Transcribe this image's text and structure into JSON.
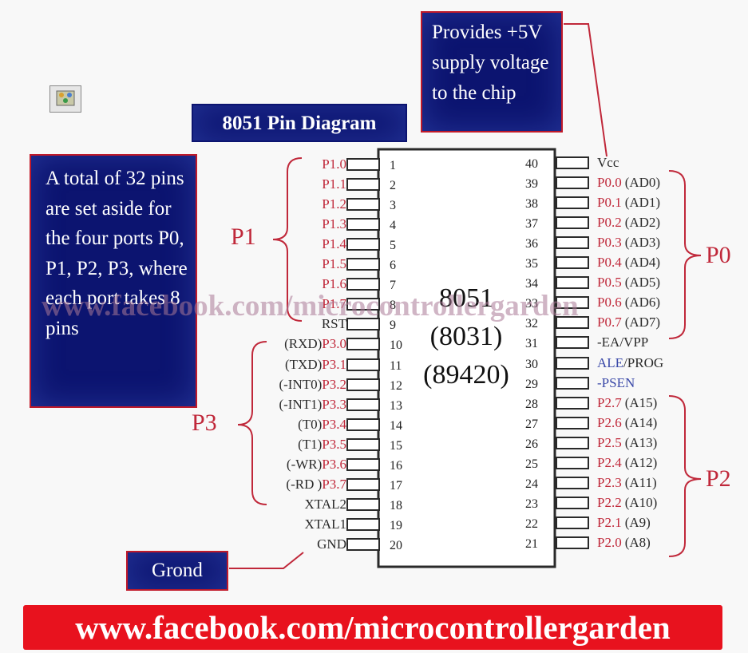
{
  "toolbar_icon": "image-icon",
  "title": "8051 Pin Diagram",
  "left_note": "A total of 32 pins are set aside for the four ports P0, P1, P2, P3, where each port takes 8 pins",
  "vcc_note": "Provides +5V supply voltage to the chip",
  "ground_label": "Grond",
  "chip": {
    "line1": "8051",
    "line2": "(8031)",
    "line3": "(89420)"
  },
  "port_labels": {
    "p0": "P0",
    "p1": "P1",
    "p2": "P2",
    "p3": "P3"
  },
  "watermark": "www.facebook.com/microcontrollergarden",
  "footer_url": "www.facebook.com/microcontrollergarden",
  "colors": {
    "port_red": "#c0283a",
    "box_blue": "#0c1470",
    "signal_blue": "#3a49a8",
    "footer_red": "#e8121e"
  },
  "left_pins": [
    {
      "num": "1",
      "prefix": "",
      "name": "P1.0"
    },
    {
      "num": "2",
      "prefix": "",
      "name": "P1.1"
    },
    {
      "num": "3",
      "prefix": "",
      "name": "P1.2"
    },
    {
      "num": "4",
      "prefix": "",
      "name": "P1.3"
    },
    {
      "num": "5",
      "prefix": "",
      "name": "P1.4"
    },
    {
      "num": "6",
      "prefix": "",
      "name": "P1.5"
    },
    {
      "num": "7",
      "prefix": "",
      "name": "P1.6"
    },
    {
      "num": "8",
      "prefix": "",
      "name": "P1.7"
    },
    {
      "num": "9",
      "prefix": "RST",
      "name": ""
    },
    {
      "num": "10",
      "prefix": "(RXD)",
      "name": "P3.0"
    },
    {
      "num": "11",
      "prefix": "(TXD)",
      "name": "P3.1"
    },
    {
      "num": "12",
      "prefix": "(-INT0)",
      "name": "P3.2"
    },
    {
      "num": "13",
      "prefix": "(-INT1)",
      "name": "P3.3"
    },
    {
      "num": "14",
      "prefix": "(T0)",
      "name": "P3.4"
    },
    {
      "num": "15",
      "prefix": "(T1)",
      "name": "P3.5"
    },
    {
      "num": "16",
      "prefix": "(-WR)",
      "name": "P3.6"
    },
    {
      "num": "17",
      "prefix": "(-RD )",
      "name": "P3.7"
    },
    {
      "num": "18",
      "prefix": "XTAL2",
      "name": ""
    },
    {
      "num": "19",
      "prefix": "XTAL1",
      "name": ""
    },
    {
      "num": "20",
      "prefix": "GND",
      "name": ""
    }
  ],
  "right_pins": [
    {
      "num": "40",
      "name": "",
      "suffix": "Vcc",
      "style": "blk"
    },
    {
      "num": "39",
      "name": "P0.0",
      "suffix": "(AD0)",
      "style": "red"
    },
    {
      "num": "38",
      "name": "P0.1",
      "suffix": "(AD1)",
      "style": "red"
    },
    {
      "num": "37",
      "name": "P0.2",
      "suffix": "(AD2)",
      "style": "red"
    },
    {
      "num": "36",
      "name": "P0.3",
      "suffix": "(AD3)",
      "style": "red"
    },
    {
      "num": "35",
      "name": "P0.4",
      "suffix": "(AD4)",
      "style": "red"
    },
    {
      "num": "34",
      "name": "P0.5",
      "suffix": "(AD5)",
      "style": "red"
    },
    {
      "num": "33",
      "name": "P0.6",
      "suffix": "(AD6)",
      "style": "red"
    },
    {
      "num": "32",
      "name": "P0.7",
      "suffix": "(AD7)",
      "style": "red"
    },
    {
      "num": "31",
      "name": "",
      "suffix": "-EA/VPP",
      "style": "blk"
    },
    {
      "num": "30",
      "name": "ALE",
      "suffix": "/PROG",
      "style": "blue"
    },
    {
      "num": "29",
      "name": "-PSEN",
      "suffix": "",
      "style": "blue"
    },
    {
      "num": "28",
      "name": "P2.7",
      "suffix": "(A15)",
      "style": "red"
    },
    {
      "num": "27",
      "name": "P2.6",
      "suffix": "(A14)",
      "style": "red"
    },
    {
      "num": "26",
      "name": "P2.5",
      "suffix": "(A13)",
      "style": "red"
    },
    {
      "num": "25",
      "name": "P2.4",
      "suffix": "(A12)",
      "style": "red"
    },
    {
      "num": "24",
      "name": "P2.3",
      "suffix": "(A11)",
      "style": "red"
    },
    {
      "num": "23",
      "name": "P2.2",
      "suffix": "(A10)",
      "style": "red"
    },
    {
      "num": "22",
      "name": "P2.1",
      "suffix": "(A9)",
      "style": "red"
    },
    {
      "num": "21",
      "name": "P2.0",
      "suffix": "(A8)",
      "style": "red"
    }
  ]
}
